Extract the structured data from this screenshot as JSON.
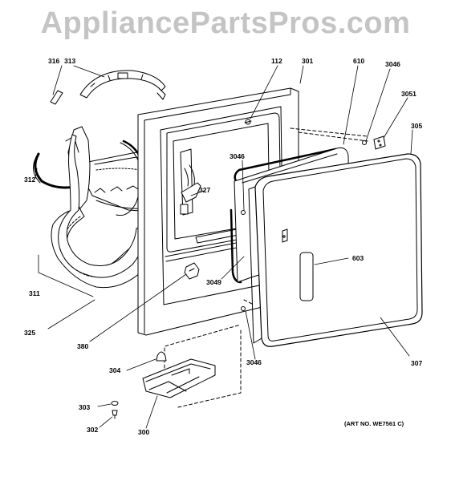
{
  "watermark": "AppliancePartsPros.com",
  "art_number": "(ART NO. WE7561 C)",
  "callouts": {
    "c316": "316",
    "c313": "313",
    "c112": "112",
    "c301": "301",
    "c610": "610",
    "c3046a": "3046",
    "c3051": "3051",
    "c305": "305",
    "c3046b": "3046",
    "c327": "327",
    "c312": "312",
    "c603": "603",
    "c3049": "3049",
    "c311": "311",
    "c325": "325",
    "c380": "380",
    "c3046c": "3046",
    "c307": "307",
    "c304": "304",
    "c303": "303",
    "c302": "302",
    "c300": "300"
  }
}
